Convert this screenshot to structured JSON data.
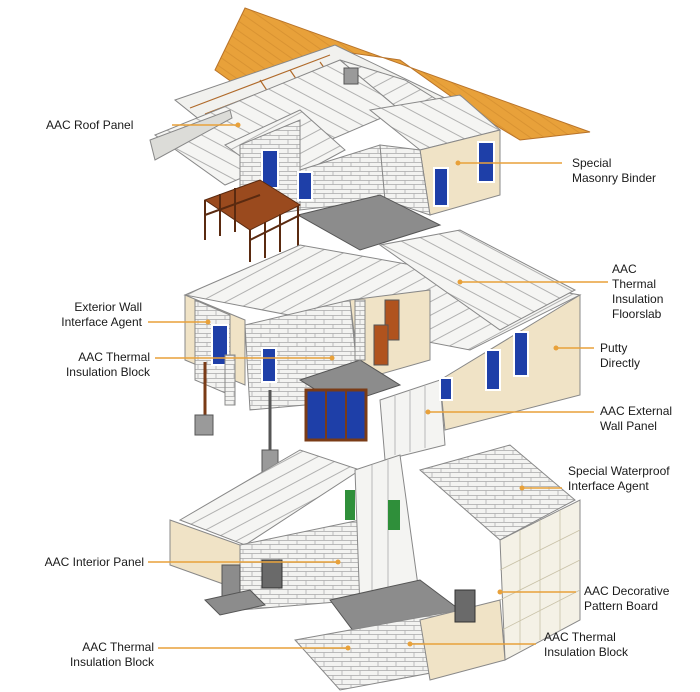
{
  "labels": {
    "roof_panel": "AAC Roof Panel",
    "masonry_binder": "Special\nMasonry Binder",
    "thermal_floorslab": "AAC\nThermal\nInsulation\nFloorslab",
    "exterior_wall_agent": "Exterior Wall\nInterface Agent",
    "thermal_block_upper": "AAC Thermal\nInsulation Block",
    "putty_directly": "Putty\nDirectly",
    "external_wall_panel": "AAC External\nWall Panel",
    "waterproof_agent": "Special Waterproof\nInterface Agent",
    "interior_panel": "AAC Interior Panel",
    "decorative_board": "AAC Decorative\nPattern Board",
    "thermal_block_lower_left": "AAC Thermal\nInsulation Block",
    "thermal_block_lower_right": "AAC Thermal\nInsulation Block"
  },
  "colors": {
    "roof": "#e8a13a",
    "roof_dark": "#c9822a",
    "panel": "#f2f2f0",
    "block_line": "#9a9a9a",
    "beige": "#efe1c2",
    "concrete": "#8c8c8c",
    "window": "#1e3fa8",
    "wood": "#9a4a1e",
    "leader": "#e8a13a"
  }
}
